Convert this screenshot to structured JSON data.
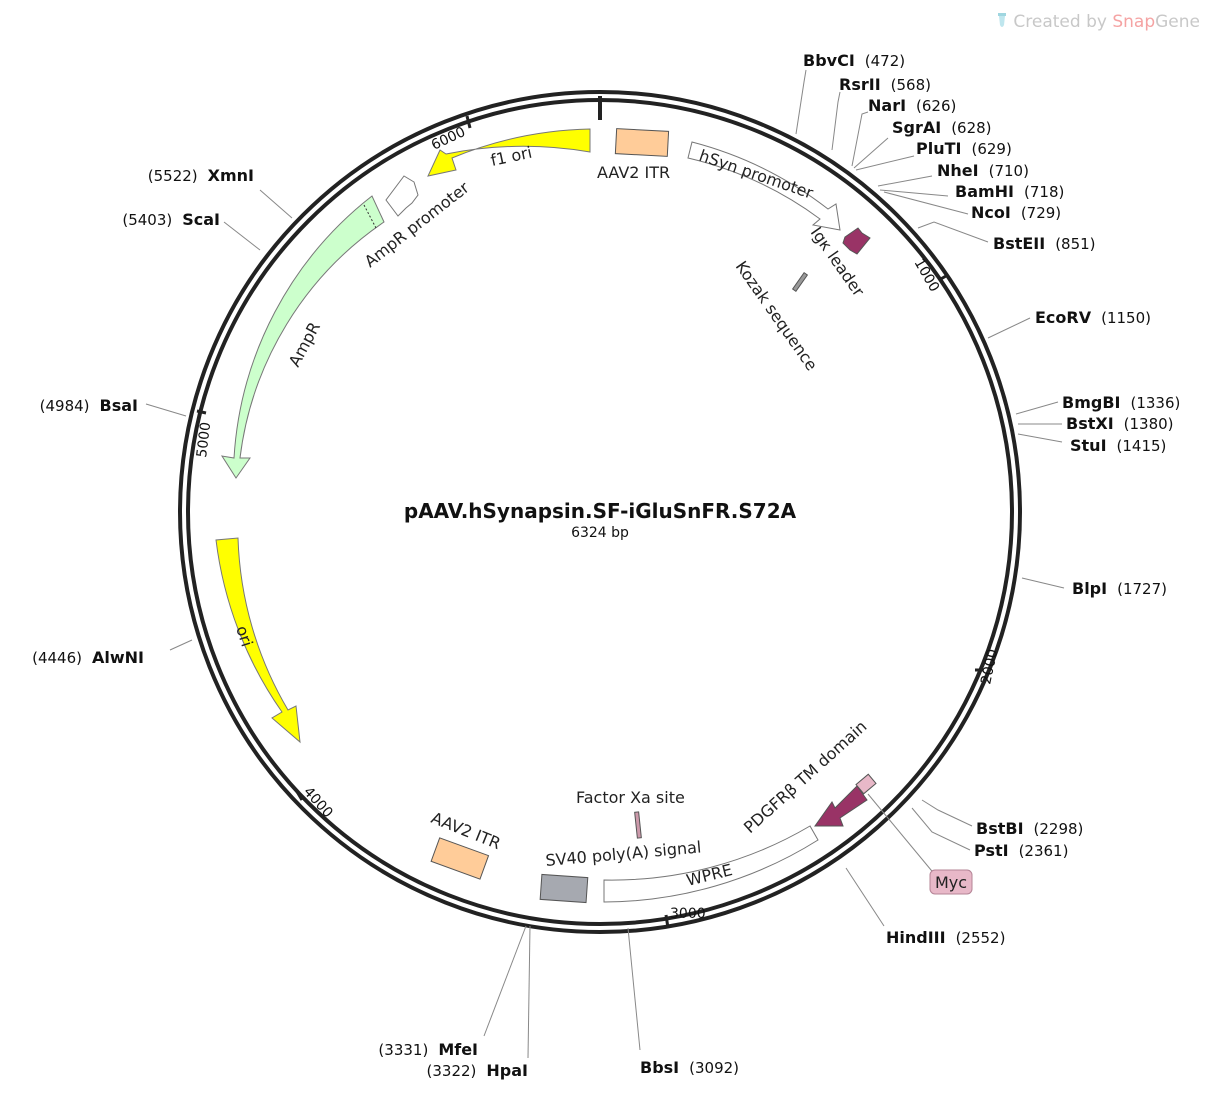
{
  "watermark": {
    "prefix": "Created by",
    "brand_a": "Snap",
    "brand_b": "Gene"
  },
  "plasmid": {
    "name": "pAAV.hSynapsin.SF-iGluSnFR.S72A",
    "size_label": "6324 bp"
  },
  "ticks": [
    "1000",
    "2000",
    "3000",
    "4000",
    "5000",
    "6000"
  ],
  "sites": [
    {
      "name": "BbvCI",
      "pos": "(472)"
    },
    {
      "name": "RsrII",
      "pos": "(568)"
    },
    {
      "name": "NarI",
      "pos": "(626)"
    },
    {
      "name": "SgrAI",
      "pos": "(628)"
    },
    {
      "name": "PluTI",
      "pos": "(629)"
    },
    {
      "name": "NheI",
      "pos": "(710)"
    },
    {
      "name": "BamHI",
      "pos": "(718)"
    },
    {
      "name": "NcoI",
      "pos": "(729)"
    },
    {
      "name": "BstEII",
      "pos": "(851)"
    },
    {
      "name": "EcoRV",
      "pos": "(1150)"
    },
    {
      "name": "BmgBI",
      "pos": "(1336)"
    },
    {
      "name": "BstXI",
      "pos": "(1380)"
    },
    {
      "name": "StuI",
      "pos": "(1415)"
    },
    {
      "name": "BlpI",
      "pos": "(1727)"
    },
    {
      "name": "BstBI",
      "pos": "(2298)"
    },
    {
      "name": "PstI",
      "pos": "(2361)"
    },
    {
      "name": "HindIII",
      "pos": "(2552)"
    },
    {
      "name": "BbsI",
      "pos": "(3092)"
    },
    {
      "name": "MfeI",
      "pos": "(3331)"
    },
    {
      "name": "HpaI",
      "pos": "(3322)"
    },
    {
      "name": "AlwNI",
      "pos": "(4446)"
    },
    {
      "name": "BsaI",
      "pos": "(4984)"
    },
    {
      "name": "ScaI",
      "pos": "(5403)"
    },
    {
      "name": "XmnI",
      "pos": "(5522)"
    }
  ],
  "features": {
    "aav2_itr_1": "AAV2 ITR",
    "hsyn_promoter": "hSyn promoter",
    "igk_leader": "Igκ leader",
    "kozak": "Kozak sequence",
    "f1_ori": "f1 ori",
    "ampr_promoter": "AmpR promoter",
    "ampr": "AmpR",
    "ori": "ori",
    "aav2_itr_2": "AAV2 ITR",
    "factor_xa": "Factor Xa site",
    "sv40": "SV40 poly(A) signal",
    "wpre": "WPRE",
    "pdgfr": "PDGFRβ TM domain",
    "myc": "Myc"
  },
  "colors": {
    "itr": "#ffcc99",
    "promoter": "#ffffff",
    "ori": "#ffff00",
    "ampr": "#ccffcc",
    "signal": "#993366",
    "sv40": "#a6a9b0",
    "tag": "#e8b8c8",
    "xa": "#cc99aa"
  }
}
